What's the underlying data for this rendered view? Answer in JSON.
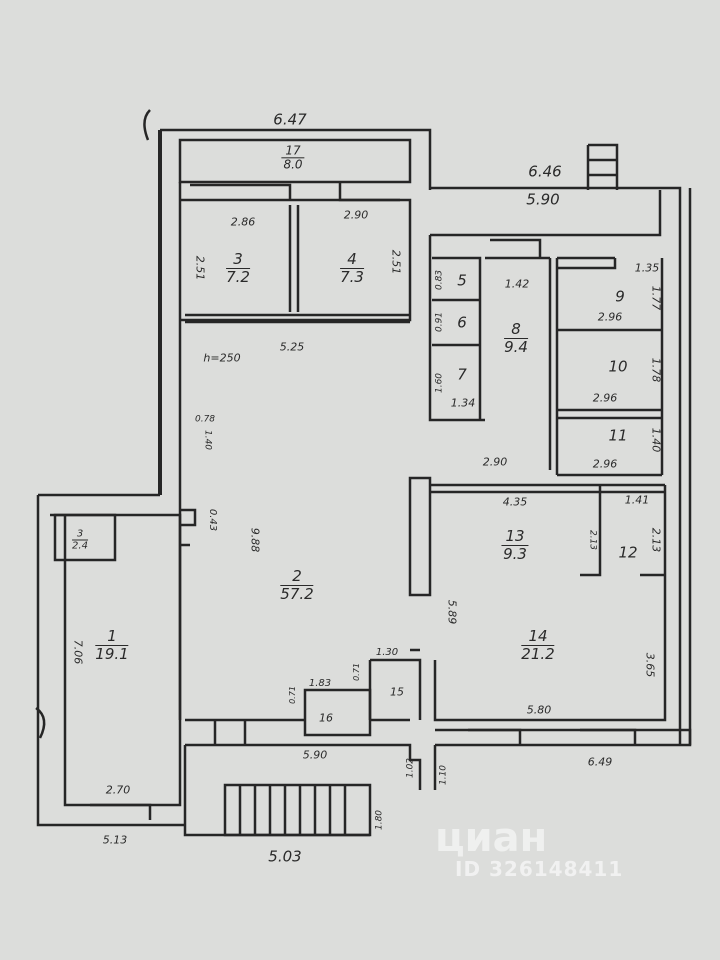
{
  "rooms": [
    {
      "number": "1",
      "area": "19.1"
    },
    {
      "number": "2",
      "area": "57.2"
    },
    {
      "number": "3",
      "area": "7.2"
    },
    {
      "number": "4",
      "area": "7.3"
    },
    {
      "number": "5"
    },
    {
      "number": "6"
    },
    {
      "number": "7"
    },
    {
      "number": "8",
      "area": "9.4"
    },
    {
      "number": "9"
    },
    {
      "number": "10"
    },
    {
      "number": "11"
    },
    {
      "number": "12"
    },
    {
      "number": "13",
      "area": "9.3"
    },
    {
      "number": "14",
      "area": "21.2"
    },
    {
      "number": "15"
    },
    {
      "number": "16"
    },
    {
      "number": "17",
      "area": "8.0"
    },
    {
      "number": "3",
      "area": "2.4"
    }
  ],
  "dimensions": {
    "top_left": "6.47",
    "top_right": "6.46",
    "corridor": "5.90",
    "r3_w": "2.86",
    "r4_w": "2.90",
    "r3_h": "2.51",
    "r4_h": "2.51",
    "r2_w": "5.25",
    "height": "h=250",
    "r8_w": "1.42",
    "r9_top": "1.35",
    "r9_w": "2.96",
    "r9_h": "1.77",
    "r10_w": "2.96",
    "r10_h": "1.78",
    "r11_w": "2.96",
    "r11_h": "1.40",
    "r7_w": "1.34",
    "r5_h": "0.83",
    "r6_h": "0.91",
    "r7_h": "1.60",
    "corr_290": "2.90",
    "r13_w": "4.35",
    "r12_w": "1.41",
    "r12_h": "2.13",
    "r13_h": "2.13",
    "r14_h": "5.89",
    "r14_r": "3.65",
    "r14_w": "5.80",
    "bottom_r": "6.49",
    "r2_h": "9.88",
    "door_a": "0.78",
    "door_b": "0.43",
    "door_c": "1.40",
    "r1_h": "7.06",
    "r1_w": "2.70",
    "bottom_l": "5.13",
    "stair_w": "5.03",
    "r16_w": "1.83",
    "r16_h": "0.71",
    "r16_l": "0.71",
    "r15_w": "1.30",
    "hall_w": "5.90",
    "hall_h": "1.02",
    "hall_r": "1.10",
    "stair_h": "1.80"
  },
  "watermark": {
    "brand": "циан",
    "id": "ID 326148411"
  }
}
